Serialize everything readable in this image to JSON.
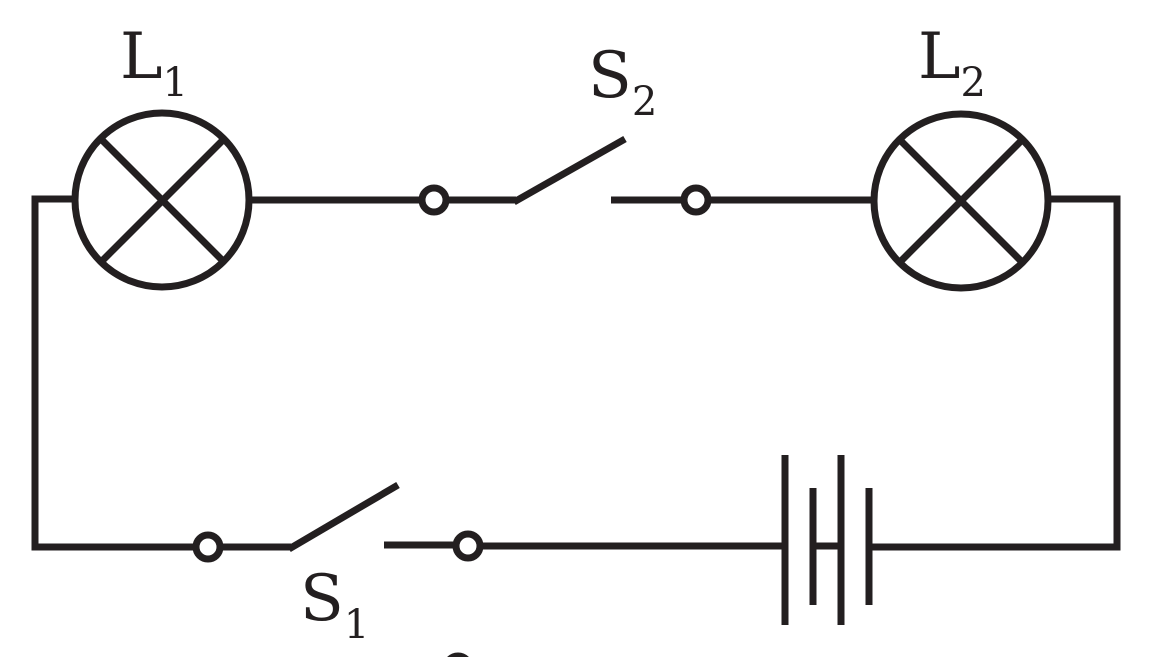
{
  "labels": {
    "lamp1": {
      "letter": "L",
      "index": "1"
    },
    "lamp2": {
      "letter": "L",
      "index": "2"
    },
    "switch1": {
      "letter": "S",
      "index": "1"
    },
    "switch2": {
      "letter": "S",
      "index": "2"
    }
  },
  "colors": {
    "line": "#231f20",
    "background": "#ffffff"
  },
  "icons": {
    "lamp": "lamp-symbol-icon",
    "switch": "open-switch-icon",
    "battery": "battery-icon"
  }
}
